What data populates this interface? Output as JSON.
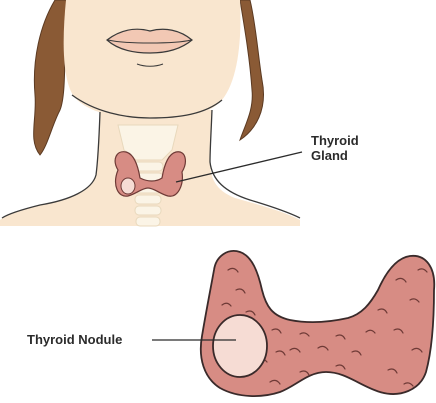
{
  "labels": {
    "gland_line1": "Thyroid",
    "gland_line2": "Gland",
    "nodule": "Thyroid Nodule"
  },
  "colors": {
    "skin": "#f9e6cf",
    "skin_outline": "#3a3a3a",
    "hair": "#8a5a35",
    "hair_dark": "#6b4326",
    "lips": "#f2c8b4",
    "thyroid": "#d78c84",
    "thyroid_outline": "#3a2a2a",
    "nodule": "#f6dcd4",
    "cartilage": "#fbf4e6",
    "leader_line": "#2b2b2b"
  }
}
